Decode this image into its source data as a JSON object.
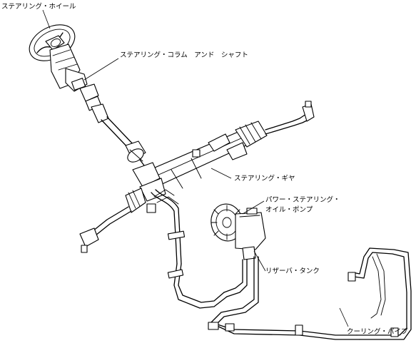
{
  "labels": {
    "steering_wheel": "ステアリング・ホイール",
    "steering_column": "ステアリング・コラム　アンド　シャフト",
    "steering_gear": "ステアリング・ギヤ",
    "pump_line1": "パワー・ステアリング・",
    "pump_line2": "オイル・ポンプ",
    "reservoir": "リザーバ・タンク",
    "cooling_pipe": "クーリング・パイプ"
  }
}
